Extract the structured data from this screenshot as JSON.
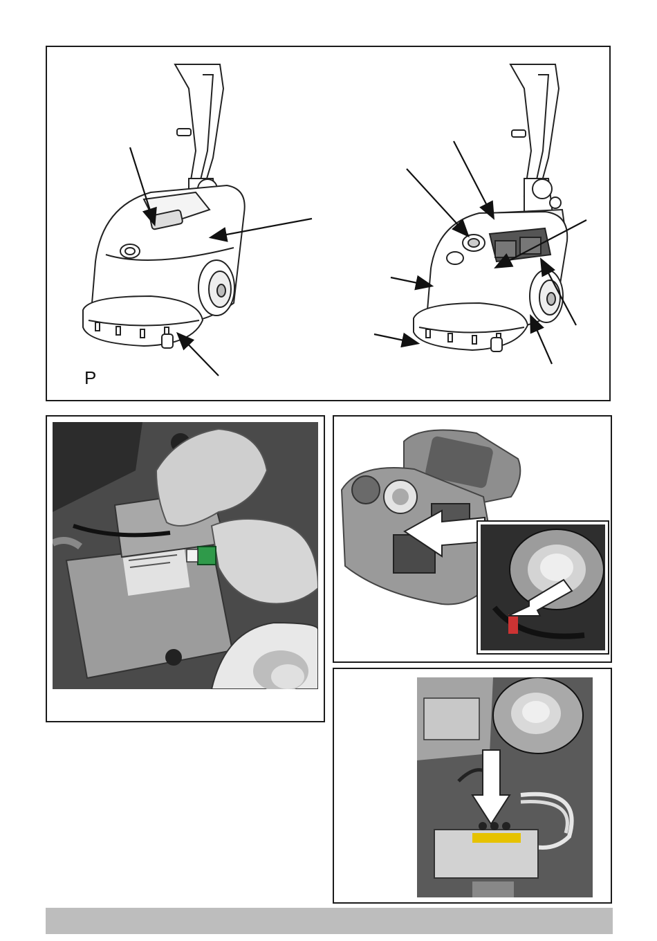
{
  "figure_p": {
    "label": "P",
    "left_machine_icon": "floor-scrubber-closed",
    "right_machine_icon": "floor-scrubber-open"
  },
  "photos": {
    "battery_connector": "battery-connector-photo",
    "tank_open": "open-tank-photo",
    "tank_inset": "tank-inset-photo",
    "control_box": "control-box-photo"
  },
  "colors": {
    "frame": "#1a1a1a",
    "arrow_fill": "#ffffff",
    "connector_green": "#2f9a4a",
    "footer_bar": "#bdbdbd"
  }
}
